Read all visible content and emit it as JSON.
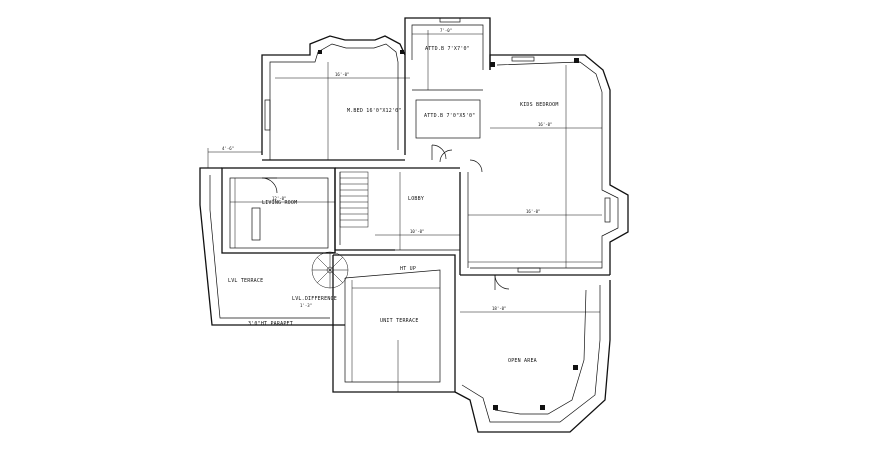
{
  "rooms": {
    "master_bedroom": "M.BED 16'0\"X12'0\"",
    "attached_toilet_top": "ATTD.B 7'X7'0\"",
    "attached_toilet_mid": "ATTD.B 7'0\"X5'0\"",
    "kids_bedroom": "KIDS BEDROOM",
    "lobby": "LOBBY",
    "living_room": "LIVING ROOM",
    "lvl_difference": "LVL.DIFFERENCE",
    "lvl_difference_value": "1'-3\"",
    "unit_terrace": "UNIT TERRACE",
    "open_area": "OPEN AREA",
    "left_terrace": "LVL TERRACE",
    "parapet": "3'0\"HT PARAPET",
    "ht_label": "HT UP"
  },
  "dimensions": {
    "top_main": "16'-0\"",
    "top_toilet": "7'-0\"",
    "kids_width": "16'-0\"",
    "kids_height": "16'-0\"",
    "left_top": "4'-6\"",
    "lobby_width": "10'-0\"",
    "living_width": "12'-0\"",
    "terrace_width": "18'-0\""
  },
  "colors": {
    "line": "#111111",
    "background": "#ffffff"
  }
}
